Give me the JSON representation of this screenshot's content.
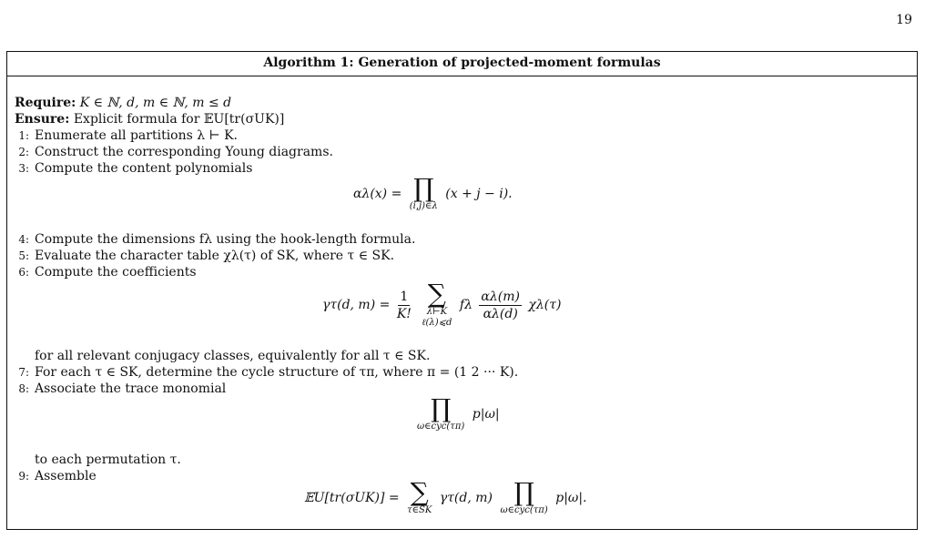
{
  "page_number": "19",
  "algorithm": {
    "title": "Algorithm 1: Generation of projected-moment formulas",
    "require_label": "Require:",
    "require_text": "K ∈ ℕ,  d, m ∈ ℕ, m ≤ d",
    "ensure_label": "Ensure:",
    "ensure_text": "Explicit formula for 𝔼U[tr(σUK)]",
    "steps": [
      {
        "num": "1:",
        "text": "Enumerate all partitions λ ⊢ K."
      },
      {
        "num": "2:",
        "text": "Construct the corresponding Young diagrams."
      },
      {
        "num": "3:",
        "text": "Compute the content polynomials"
      },
      {
        "num": "4:",
        "text": "Compute the dimensions fλ using the hook-length formula."
      },
      {
        "num": "5:",
        "text": "Evaluate the character table χλ(τ) of SK, where τ ∈ SK."
      },
      {
        "num": "6:",
        "text": "Compute the coefficients"
      },
      {
        "num": "",
        "text": "for all relevant conjugacy classes, equivalently for all τ ∈ SK."
      },
      {
        "num": "7:",
        "text": "For each τ ∈ SK, determine the cycle structure of τπ, where π = (1 2 ··· K)."
      },
      {
        "num": "8:",
        "text": "Associate the trace monomial"
      },
      {
        "num": "",
        "text": "to each permutation τ."
      },
      {
        "num": "9:",
        "text": "Assemble"
      }
    ],
    "equations": {
      "content_poly_lhs": "αλ(x) =",
      "content_poly_op": "∏",
      "content_poly_lim": "(i,j)∈λ",
      "content_poly_rhs": "(x + j − i).",
      "gamma_lhs": "γτ(d, m) =",
      "gamma_frac_num": "1",
      "gamma_frac_den": "K!",
      "gamma_op": "∑",
      "gamma_lim1": "λ⊢K",
      "gamma_lim2": "ℓ(λ)⩽d",
      "gamma_f": "fλ",
      "gamma_alpha_num": "αλ(m)",
      "gamma_alpha_den": "αλ(d)",
      "gamma_chi": "χλ(τ)",
      "trace_op": "∏",
      "trace_lim": "ω∈cyc(τπ)",
      "trace_body": "p|ω|",
      "final_lhs": "𝔼U[tr(σUK)] =",
      "final_sum_op": "∑",
      "final_sum_lim": "τ∈SK",
      "final_gamma": "γτ(d, m)",
      "final_prod_op": "∏",
      "final_prod_lim": "ω∈cyc(τπ)",
      "final_body": "p|ω|."
    }
  }
}
